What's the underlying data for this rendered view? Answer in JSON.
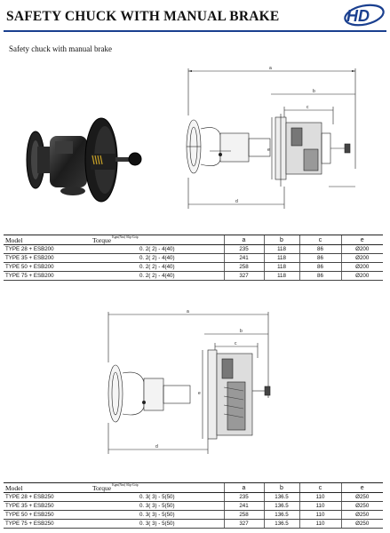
{
  "header": {
    "title": "SAFETY CHUCK WITH MANUAL BRAKE",
    "logo_text": "HD",
    "brand_color": "#1a3f8f"
  },
  "subtitle": "Safety chuck with manual brake",
  "table1": {
    "columns": [
      "Model",
      "Torque",
      "a",
      "b",
      "c",
      "e"
    ],
    "torque_unit": "Kgm(Nm) Slip-Grip",
    "rows": [
      [
        "TYPE 28 + ESB200",
        "0. 2( 2) - 4(40)",
        "235",
        "118",
        "86",
        "Ø200"
      ],
      [
        "TYPE 35 + ESB200",
        "0. 2( 2) - 4(40)",
        "241",
        "118",
        "86",
        "Ø200"
      ],
      [
        "TYPE 50 + ESB200",
        "0. 2( 2) - 4(40)",
        "258",
        "118",
        "86",
        "Ø200"
      ],
      [
        "TYPE 75 + ESB200",
        "0. 2( 2) - 4(40)",
        "327",
        "118",
        "86",
        "Ø200"
      ]
    ]
  },
  "table2": {
    "columns": [
      "Model",
      "Torque",
      "a",
      "b",
      "c",
      "e"
    ],
    "torque_unit": "Kgm(Nm) Slip-Grip",
    "rows": [
      [
        "TYPE 28 + ESB250",
        "0. 3( 3) - 5(50)",
        "235",
        "136.5",
        "110",
        "Ø250"
      ],
      [
        "TYPE 35 + ESB250",
        "0. 3( 3) - 5(50)",
        "241",
        "136.5",
        "110",
        "Ø250"
      ],
      [
        "TYPE 50 + ESB250",
        "0. 3( 3) - 5(50)",
        "258",
        "136.5",
        "110",
        "Ø250"
      ],
      [
        "TYPE 75 + ESB250",
        "0. 3( 3) - 5(50)",
        "327",
        "136.5",
        "110",
        "Ø250"
      ]
    ]
  },
  "drawing1_labels": {
    "a": "a",
    "b": "b",
    "c": "c",
    "d": "d",
    "e": "e"
  },
  "drawing2_labels": {
    "a": "a",
    "b": "b",
    "c": "c",
    "d": "d",
    "e": "e"
  }
}
